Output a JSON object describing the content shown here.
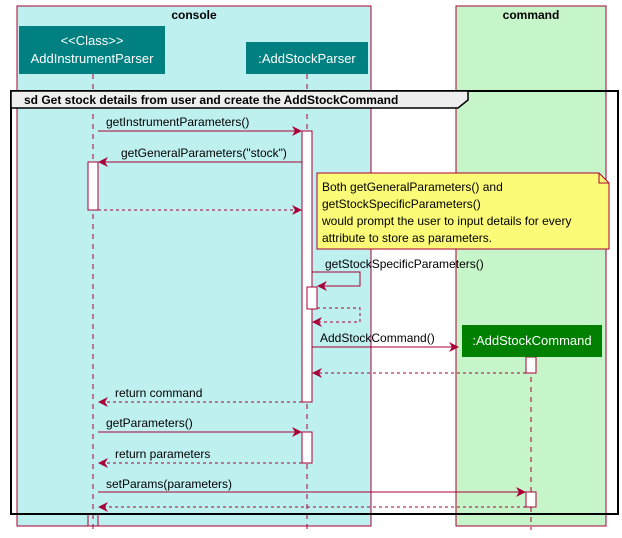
{
  "colors": {
    "console_box": "#bff0f0",
    "command_box": "#c6f5c9",
    "box_border": "#a80036",
    "participant_teal": "#008080",
    "participant_green": "#008000",
    "arrow": "#a80036",
    "note_fill": "#fbfb77",
    "note_border": "#a80036"
  },
  "boxes": {
    "console": "console",
    "command": "command"
  },
  "participants": {
    "parser_stereotype": "<<Class>>",
    "parser_name": "AddInstrumentParser",
    "stock_parser": ":AddStockParser",
    "stock_command": ":AddStockCommand"
  },
  "fragment": {
    "title": "sd Get stock details from user and create the AddStockCommand"
  },
  "messages": {
    "m1": "getInstrumentParameters()",
    "m2": "getGeneralParameters(\"stock\")",
    "m3": "getStockSpecificParameters()",
    "m4": "AddStockCommand()",
    "m5": "return command",
    "m6": "getParameters()",
    "m7": "return parameters",
    "m8": "setParams(parameters)"
  },
  "note": {
    "line1": "Both getGeneralParameters() and",
    "line2": "getStockSpecificParameters()",
    "line3": "would prompt the user to input details for every",
    "line4": "attribute to store as parameters."
  }
}
